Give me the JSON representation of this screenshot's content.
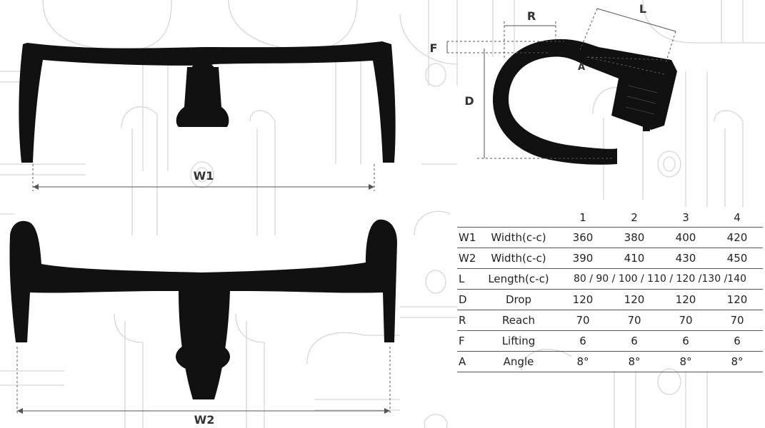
{
  "dimension_labels": {
    "w1": "W1",
    "w2": "W2",
    "r": "R",
    "l": "L",
    "f": "F",
    "d": "D",
    "a": "A"
  },
  "table": {
    "headers": [
      "1",
      "2",
      "3",
      "4"
    ],
    "rows": [
      {
        "code": "W1",
        "name": "Width(c-c)",
        "values": [
          "360",
          "380",
          "400",
          "420"
        ]
      },
      {
        "code": "W2",
        "name": "Width(c-c)",
        "values": [
          "390",
          "410",
          "430",
          "450"
        ]
      },
      {
        "code": "L",
        "name": "Length(c-c)",
        "span": "80 / 90 / 100 / 110 / 120 /130 /140"
      },
      {
        "code": "D",
        "name": "Drop",
        "values": [
          "120",
          "120",
          "120",
          "120"
        ]
      },
      {
        "code": "R",
        "name": "Reach",
        "values": [
          "70",
          "70",
          "70",
          "70"
        ]
      },
      {
        "code": "F",
        "name": "Lifting",
        "values": [
          "6",
          "6",
          "6",
          "6"
        ]
      },
      {
        "code": "A",
        "name": "Angle",
        "values": [
          "8°",
          "8°",
          "8°",
          "8°"
        ]
      }
    ]
  },
  "colors": {
    "product": "#111111",
    "sketch": "#d4d4d4",
    "dimension_line": "#555555",
    "label": "#333333"
  }
}
